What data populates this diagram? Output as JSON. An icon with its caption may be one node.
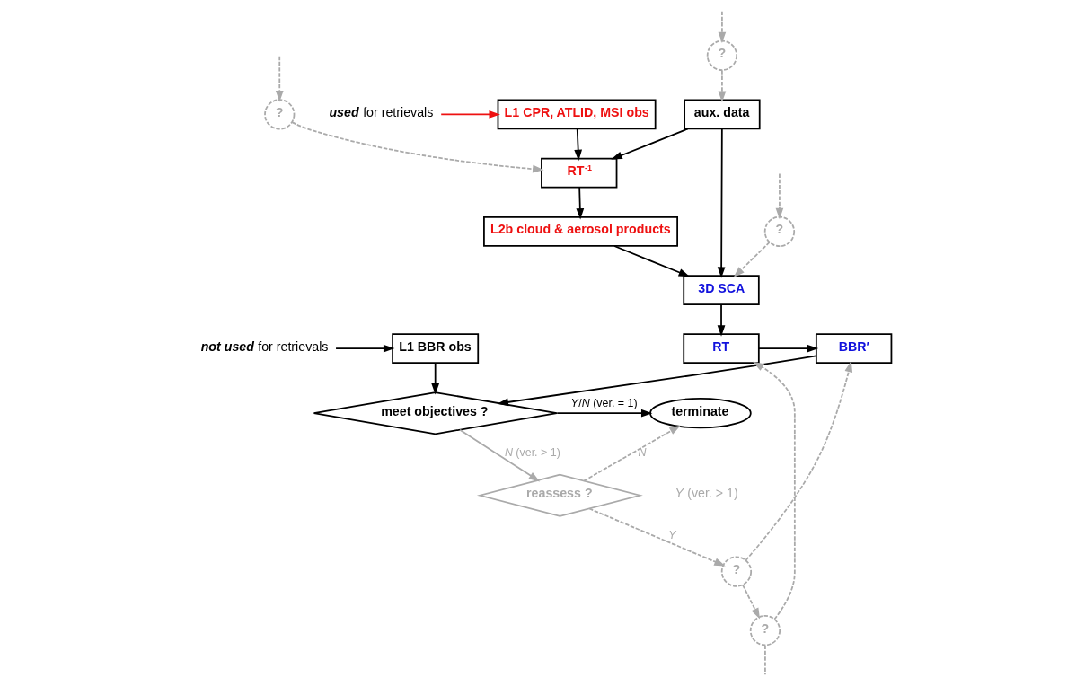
{
  "diagram": {
    "nodes": [
      {
        "text": [
          "**used** for retrievals"
        ]
      },
      {
        "text": [
          "L1 CPR, ATLID, MSI obs"
        ]
      },
      {
        "text": [
          "RT$^{-1}$"
        ]
      },
      {
        "text": [
          "L2b cloud & aerosol products"
        ]
      },
      {
        "text": [
          "?"
        ]
      },
      {
        "text": [
          "**not used** for retrievals"
        ]
      },
      {
        "text": [
          "L1 BBR obs"
        ]
      },
      {
        "text": [
          "aux. data"
        ]
      },
      {
        "text": [
          "?"
        ]
      },
      {
        "text": [
          "3D SCA"
        ]
      },
      {
        "text": [
          "?"
        ]
      },
      {
        "text": [
          "terminate"
        ]
      },
      {
        "text": [
          "meet objectives ?"
        ]
      },
      {
        "text": [
          "BBR′"
        ]
      },
      {
        "text": [
          "RT"
        ]
      },
      {
        "text": [
          "reassess ?"
        ]
      },
      {
        "text": [
          "?"
        ]
      },
      {
        "text": [
          "?"
        ]
      }
    ],
    "edges": [
      {
        "from": 0,
        "to": 1,
        "arrow": "to",
        "color": "#ee1111"
      },
      {
        "from": 1,
        "to": 2,
        "arrow": "to",
        "color": "#000000"
      },
      {
        "from": 7,
        "to": 2,
        "arrow": "to",
        "color": "#000000"
      },
      {
        "from": 2,
        "to": 3,
        "arrow": "to",
        "color": "#000000"
      },
      {
        "from": null,
        "to": 4,
        "arrow": "to",
        "style": "dashed"
      },
      {
        "from": 4,
        "to": 2,
        "arrow": "to",
        "style": "dashed"
      },
      {
        "from": 3,
        "to": 9,
        "arrow": "to",
        "color": "#000000"
      },
      {
        "from": 7,
        "to": 9,
        "arrow": "to",
        "color": "#000000"
      },
      {
        "from": null,
        "to": 8,
        "arrow": "to",
        "style": "dashed"
      },
      {
        "from": 8,
        "to": 7,
        "arrow": "to",
        "style": "dashed"
      },
      {
        "from": 5,
        "to": 6,
        "arrow": "to",
        "color": "#000000"
      },
      {
        "from": 6,
        "to": 12,
        "arrow": "to",
        "color": "#000000"
      },
      {
        "from": null,
        "to": 10,
        "arrow": "to",
        "style": "dashed"
      },
      {
        "from": 10,
        "to": 9,
        "arrow": "to",
        "style": "dashed"
      },
      {
        "from": 9,
        "to": 14,
        "arrow": "to",
        "color": "#000000"
      },
      {
        "from": 14,
        "to": 13,
        "arrow": "to",
        "color": "#000000"
      },
      {
        "from": 13,
        "to": 12,
        "arrow": "to",
        "color": "#000000"
      },
      {
        "from": 12,
        "to": 11,
        "arrow": "to",
        "label": "*Y*/*N* (ver. = 1)",
        "color": "#000000"
      },
      {
        "from": 12,
        "to": 15,
        "arrow": "to",
        "label": "*N* (ver. > 1)"
      },
      {
        "from": 15,
        "to": 11,
        "arrow": "to",
        "label": "*N*",
        "style": "dashed"
      },
      {
        "from": 15,
        "to": 16,
        "arrow": "to",
        "label": "*Y*",
        "style": "dashed"
      },
      {
        "from": 16,
        "to": 13,
        "arrow": "to",
        "style": "dashed"
      },
      {
        "from": 16,
        "to": 17,
        "arrow": "to",
        "style": "dashed"
      },
      {
        "from": 17,
        "to": 14,
        "arrow": "to",
        "style": "dashed"
      },
      {
        "from": 17,
        "to": null,
        "arrow": "none",
        "style": "dashed"
      }
    ],
    "labels": [
      "*Y* (ver. > 1)"
    ]
  }
}
